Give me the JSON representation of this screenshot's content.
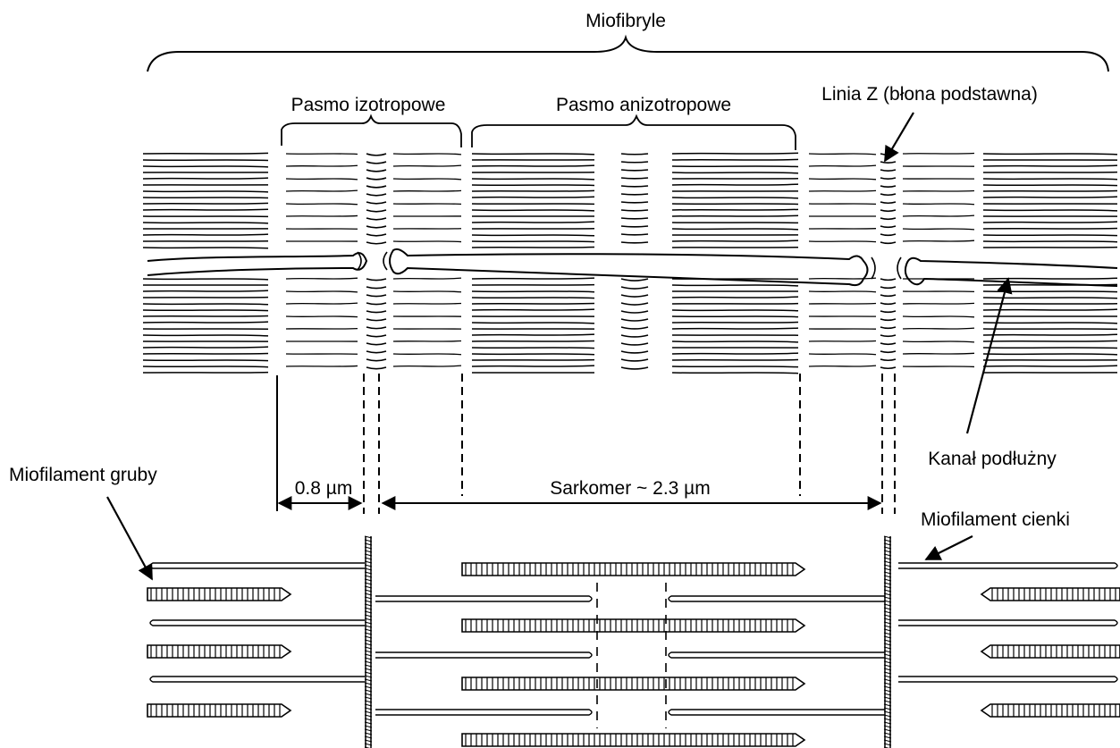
{
  "labels": {
    "miofibryle": "Miofibryle",
    "pasmo_izotropowe": "Pasmo izotropowe",
    "pasmo_anizotropowe": "Pasmo anizotropowe",
    "linia_z": "Linia  Z (błona podstawna)",
    "kanal_podluzny": "Kanał podłużny",
    "miofilament_gruby": "Miofilament gruby",
    "miofilament_cienki": "Miofilament cienki",
    "measure_small": "0.8 µm",
    "measure_sarkomer": "Sarkomer ~ 2.3 µm"
  }
}
